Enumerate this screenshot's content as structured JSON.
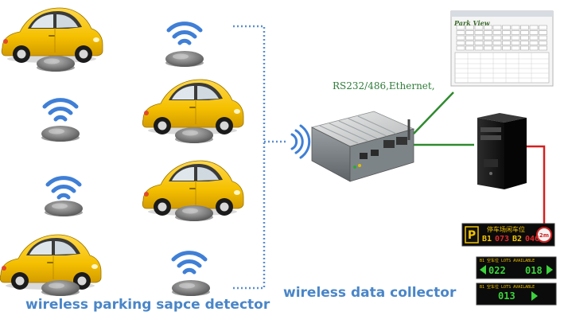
{
  "labels": {
    "detector": "wireless parking sapce detector",
    "collector": "wireless data collector",
    "interface": "RS232/486,Ethernet,"
  },
  "screen": {
    "title": "Park View"
  },
  "signs": {
    "main": {
      "title": "停车场闲车位",
      "b1_label": "B1",
      "b1_value": "073",
      "b2_label": "B2",
      "b2_value": "046"
    },
    "sign2": {
      "header": "B1 空车位 LOTS AVAILABLE",
      "left_value": "022",
      "right_value": "018"
    },
    "sign3": {
      "header": "B1 空车位 LOTS AVAILABLE",
      "value": "013"
    }
  },
  "colors": {
    "car": "#f5c000",
    "wifi": "#3f7fd6",
    "label_blue": "#4a86c8",
    "line_green": "#2f8a2f",
    "line_red": "#d42020",
    "led_green": "#3cd23c",
    "led_red": "#e02a2a",
    "led_yellow": "#f3c400"
  }
}
